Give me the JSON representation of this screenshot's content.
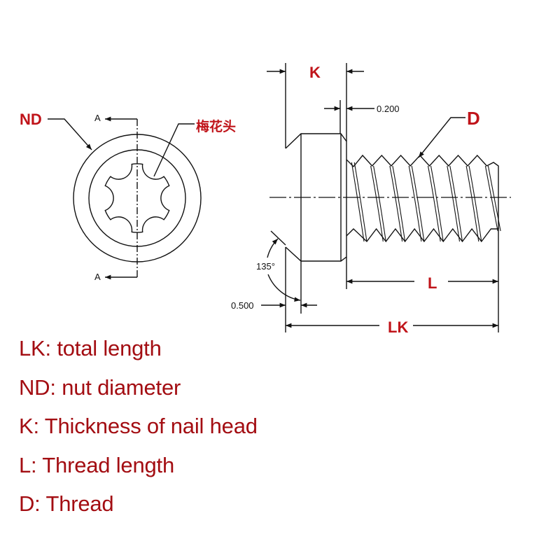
{
  "front_view": {
    "nd_label": "ND",
    "section_top": "A",
    "section_bottom": "A",
    "socket_label": "梅花头"
  },
  "side_view": {
    "k_label": "K",
    "d_label": "D",
    "l_label": "L",
    "lk_label": "LK",
    "dim_0200": "0.200",
    "dim_0500": "0.500",
    "angle": "135°"
  },
  "legend": [
    "LK: total length",
    "ND: nut diameter",
    "K: Thickness of nail head",
    "L: Thread length",
    "D: Thread"
  ],
  "colors": {
    "label_red": "#c0141a",
    "legend_red": "#a30d12",
    "line": "#111111"
  }
}
